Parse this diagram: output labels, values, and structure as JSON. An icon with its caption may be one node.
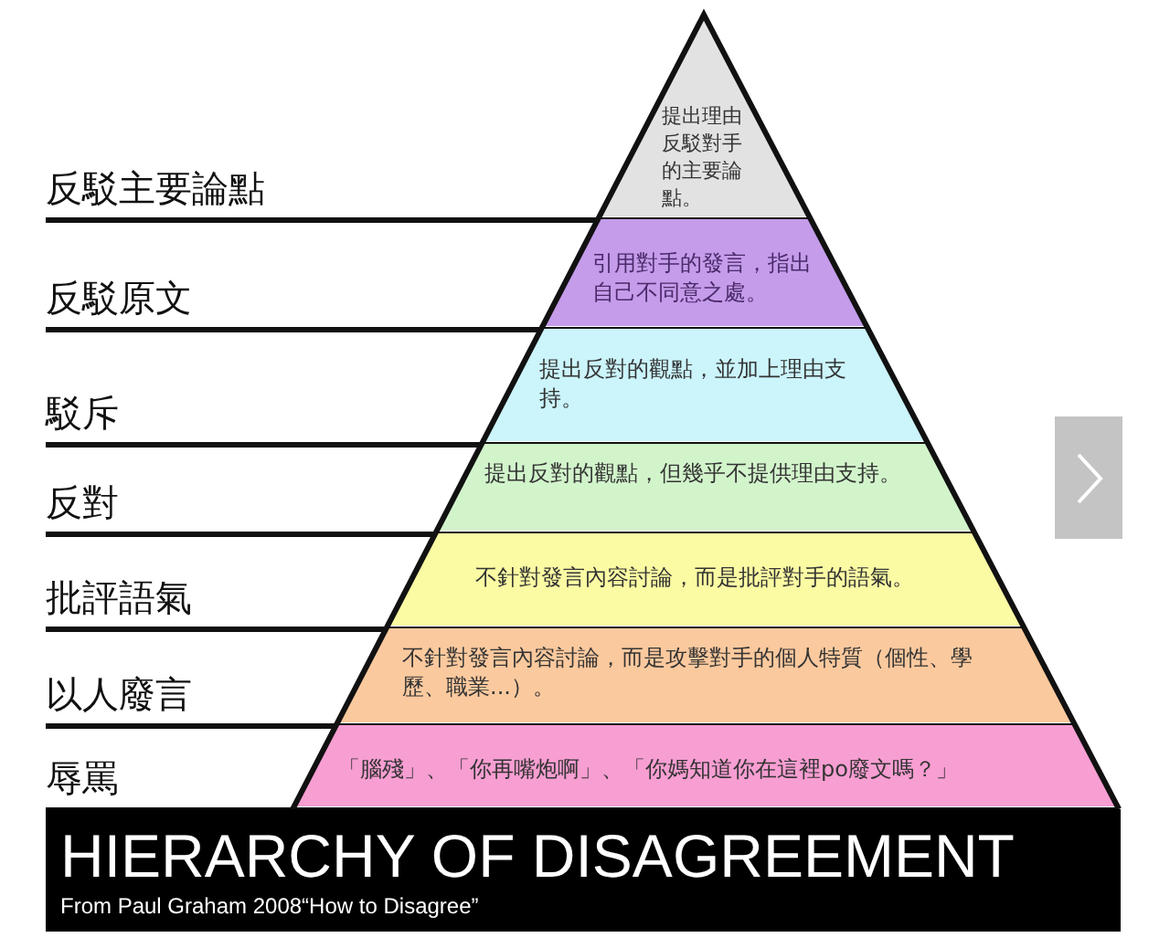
{
  "diagram": {
    "title": "HIERARCHY OF DISAGREEMENT",
    "caption": "From Paul Graham 2008“How to Disagree”",
    "nodes": [
      {
        "text": [
          "反駁主要論點",
          "提出理由反駁對手的主要論點。"
        ]
      },
      {
        "text": [
          "反駁原文",
          "引用對手的發言，指出自己不同意之處。"
        ]
      },
      {
        "text": [
          "駁斥",
          "提出反對的觀點，並加上理由支持。"
        ]
      },
      {
        "text": [
          "反對",
          "提出反對的觀點，但幾乎不提供理由支持。"
        ]
      },
      {
        "text": [
          "批評語氣",
          "不針對發言內容討論，而是批評對手的語氣。"
        ]
      },
      {
        "text": [
          "以人廢言",
          "不針對發言內容討論，而是攻擊對手的個人特質（個性、學歷、職業...）。"
        ]
      },
      {
        "text": [
          "辱罵",
          "「腦殘」、「你再嘴炮啊」、「你媽知道你在這裡po廢文嗎？」"
        ]
      }
    ]
  }
}
